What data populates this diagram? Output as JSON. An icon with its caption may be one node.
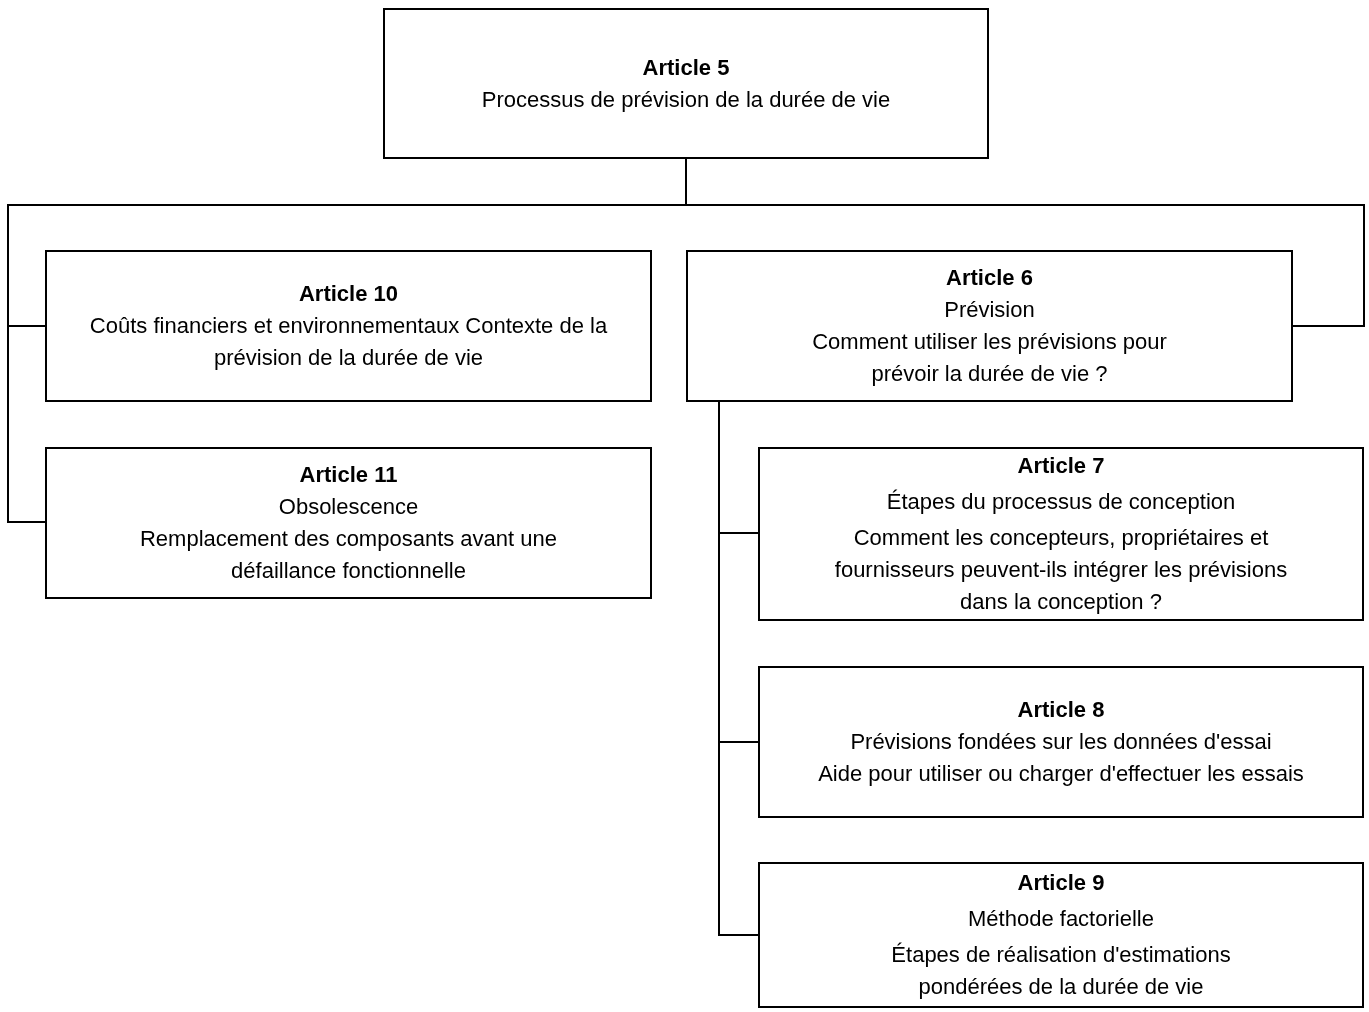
{
  "diagram": {
    "nodes": [
      {
        "text": [
          "Article 5",
          "Processus de prévision de la durée de vie"
        ]
      },
      {
        "text": [
          "Article 10",
          "Coûts financiers et environnementaux Contexte de la prévision de la durée de vie"
        ]
      },
      {
        "text": [
          "Article 6",
          "Prévision",
          "Comment utiliser les prévisions pour prévoir la durée de vie ?"
        ]
      },
      {
        "text": [
          "Article 11",
          "Obsolescence",
          "Remplacement des composants avant une défaillance fonctionnelle"
        ]
      },
      {
        "text": [
          "Article 7",
          "Étapes du processus de conception",
          "Comment les concepteurs, propriétaires et fournisseurs peuvent-ils intégrer les prévisions dans la conception ?"
        ]
      },
      {
        "text": [
          "Article 8",
          "Prévisions fondées sur les données d'essai",
          "Aide pour utiliser ou charger d'effectuer les essais"
        ]
      },
      {
        "text": [
          "Article 9",
          "Méthode factorielle",
          "Étapes de réalisation d'estimations pondérées de la durée de vie"
        ]
      }
    ],
    "edges": [
      {
        "from": 0,
        "to": 1,
        "arrow": "none"
      },
      {
        "from": 0,
        "to": 3,
        "arrow": "none"
      },
      {
        "from": 0,
        "to": 2,
        "arrow": "none"
      },
      {
        "from": 2,
        "to": 4,
        "arrow": "none"
      },
      {
        "from": 2,
        "to": 5,
        "arrow": "none"
      },
      {
        "from": 2,
        "to": 6,
        "arrow": "none"
      }
    ]
  }
}
